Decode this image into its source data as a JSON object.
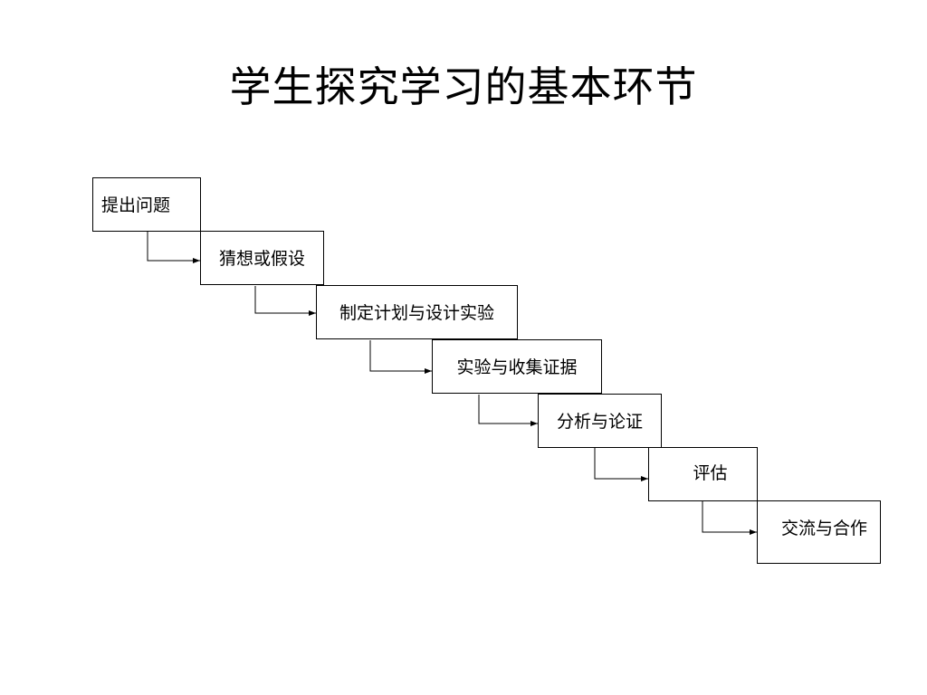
{
  "title": "学生探究学习的基本环节",
  "steps": [
    {
      "label": "提出问题"
    },
    {
      "label": "猜想或假设"
    },
    {
      "label": "制定计划与设计实验"
    },
    {
      "label": "实验与收集证据"
    },
    {
      "label": "分析与论证"
    },
    {
      "label": "评估"
    },
    {
      "label": "交流与合作"
    }
  ]
}
